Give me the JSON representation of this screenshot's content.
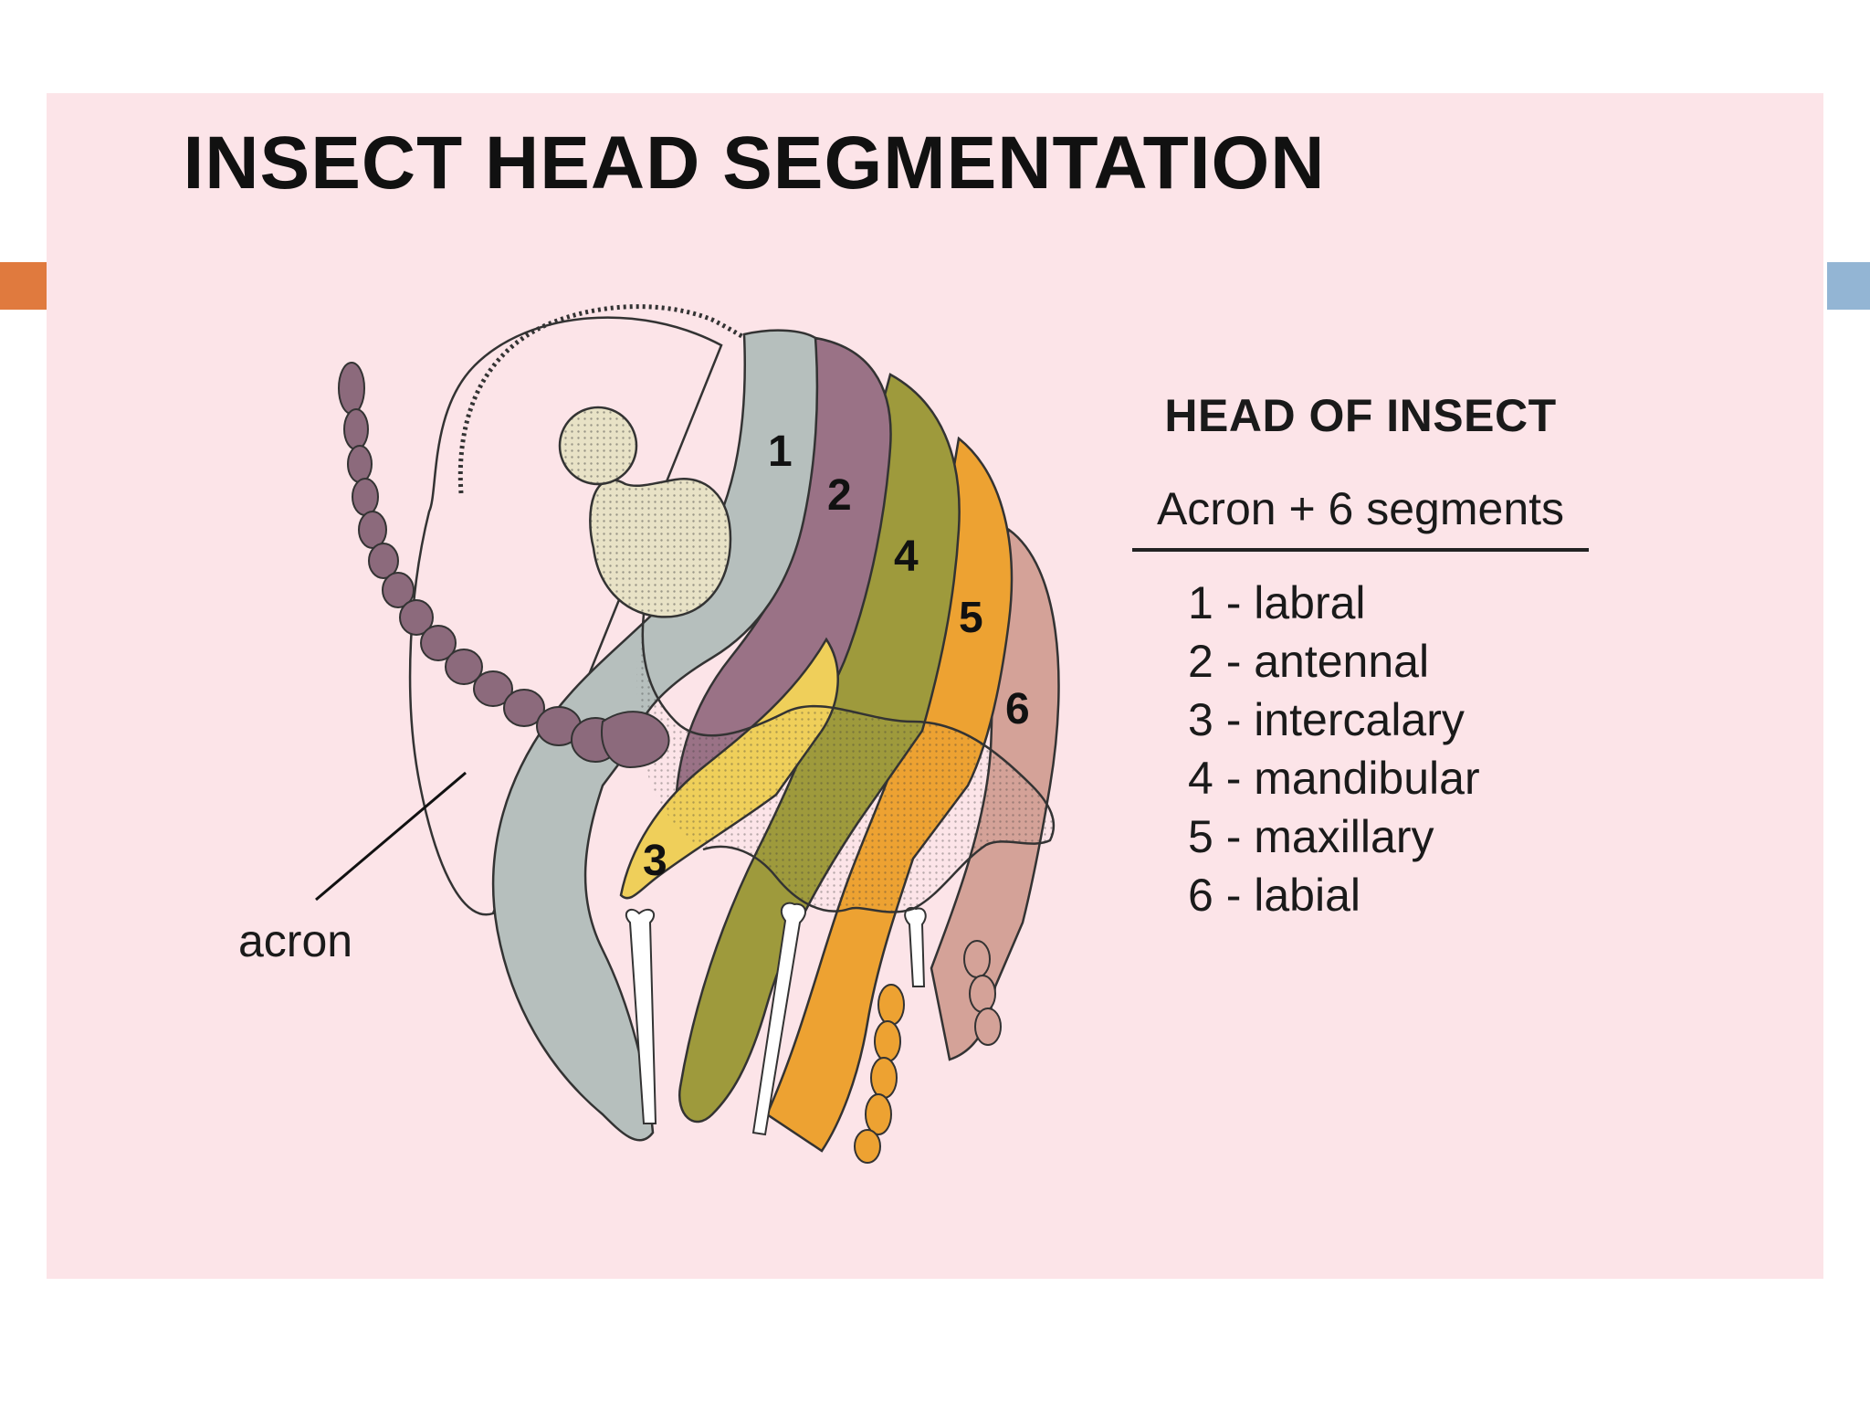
{
  "title": "INSECT HEAD SEGMENTATION",
  "legend": {
    "heading": "HEAD OF INSECT",
    "subheading": "Acron + 6 segments",
    "items": [
      "1 - labral",
      "2 - antennal",
      "3 - intercalary",
      "4 - mandibular",
      "5 - maxillary",
      "6 - labial"
    ]
  },
  "diagram": {
    "acron_label": "acron",
    "segment_numbers": [
      "1",
      "2",
      "3",
      "4",
      "5",
      "6"
    ]
  },
  "colors": {
    "panel_background": "#fce4e8",
    "accent_left": "#e07a3e",
    "accent_right": "#93b5d4",
    "labral_segment": "#b6bfbd",
    "antennal_segment": "#9a7286",
    "intercalary_segment": "#efcf5a",
    "mandibular_segment": "#9e9a3c",
    "maxillary_segment": "#eda232",
    "labial_segment": "#d4a298",
    "brain": "#e8e2c6"
  }
}
